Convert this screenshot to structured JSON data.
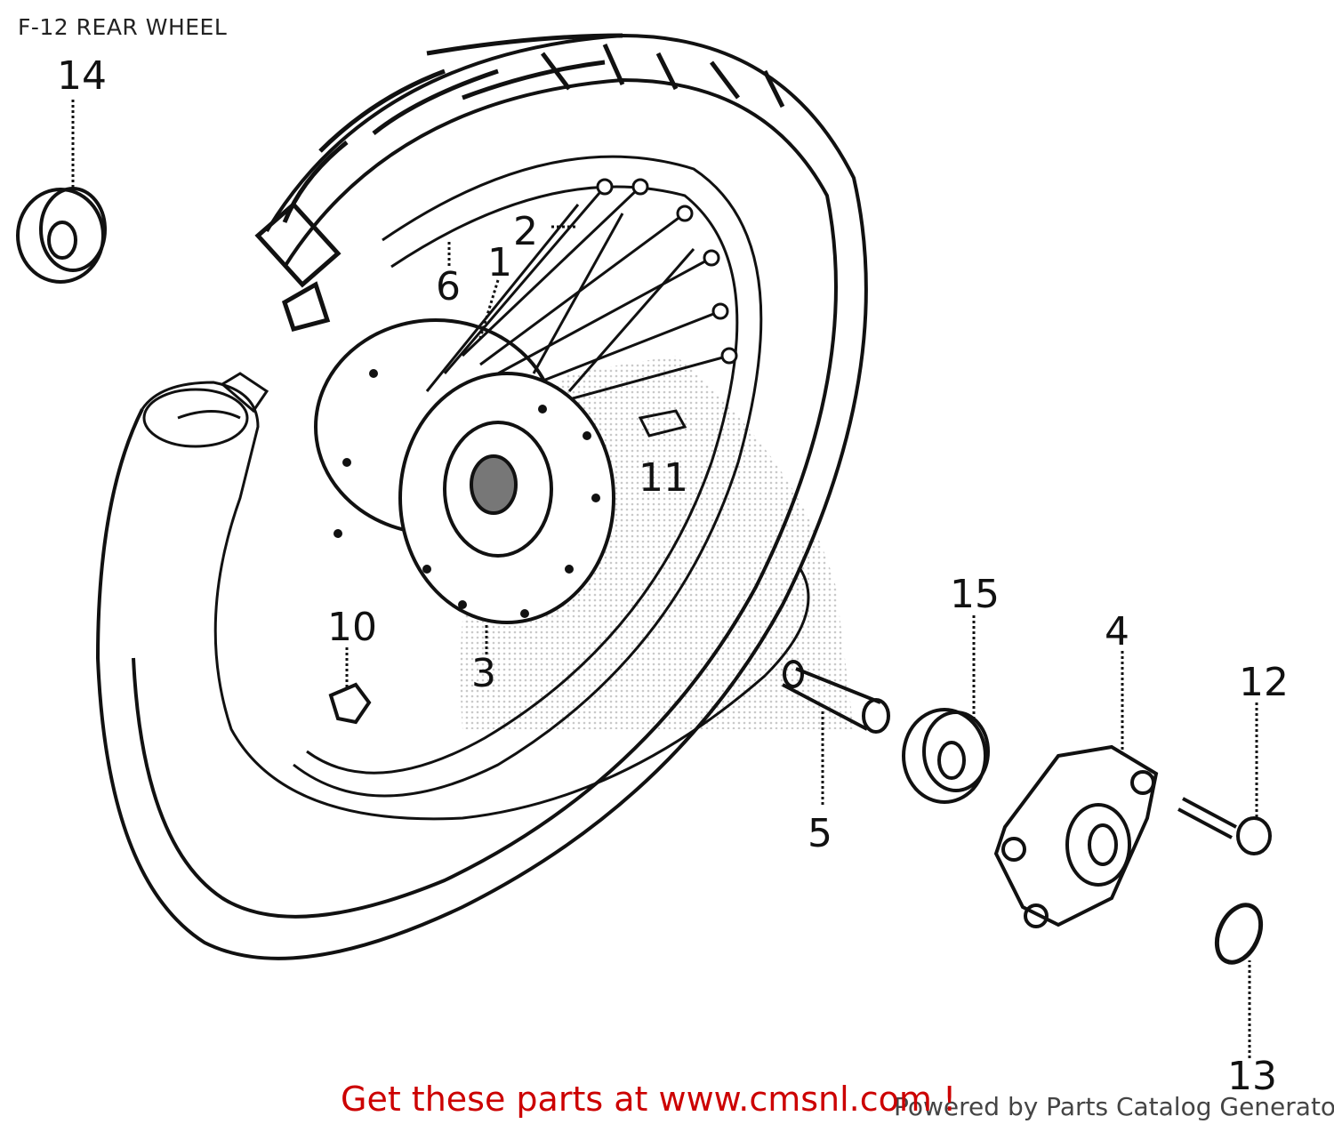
{
  "title": "F-12 REAR WHEEL",
  "callouts": [
    "14",
    "2",
    "6",
    "1",
    "11",
    "10",
    "3",
    "15",
    "4",
    "12",
    "5",
    "13"
  ],
  "footer": {
    "cta": "Get these parts at www.cmsnl.com !",
    "credit": "Powered by Parts Catalog Generator",
    "cta_color": "#cc0000"
  }
}
